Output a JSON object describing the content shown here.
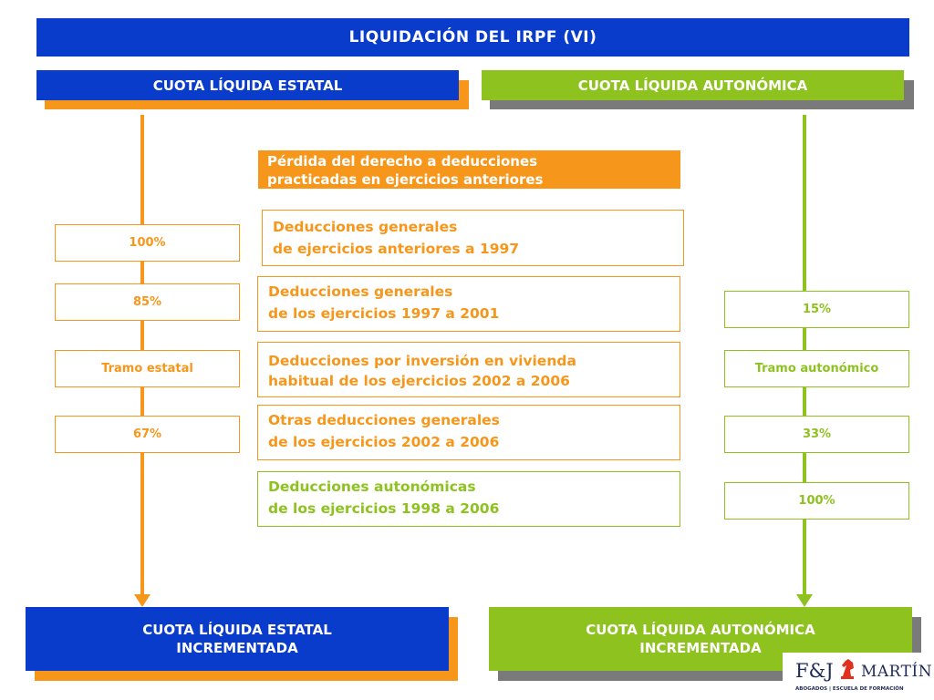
{
  "title": "LIQUIDACIÓN DEL IRPF (VI)",
  "colors": {
    "blue": "#0a3ccc",
    "orange": "#f6961a",
    "green": "#8dc21f",
    "gray": "#7a7a7a"
  },
  "left_header": "CUOTA LÍQUIDA ESTATAL",
  "right_header": "CUOTA LÍQUIDA AUTONÓMICA",
  "loss_box": {
    "line1": "Pérdida del derecho a deducciones",
    "line2": "practicadas en ejercicios anteriores"
  },
  "deductions": [
    {
      "line1": "Deducciones generales",
      "line2": "de ejercicios anteriores a 1997"
    },
    {
      "line1": "Deducciones generales",
      "line2": "de los ejercicios 1997 a 2001"
    },
    {
      "line1": "Deducciones por inversión en vivienda",
      "line2": "habitual de los ejercicios 2002 a 2006"
    },
    {
      "line1": "Otras deducciones generales",
      "line2": "de los ejercicios 2002 a 2006"
    },
    {
      "line1": "Deducciones autonómicas",
      "line2": "de los ejercicios 1998 a 2006"
    }
  ],
  "left_boxes": [
    "100%",
    "85%",
    "Tramo estatal",
    "67%"
  ],
  "right_boxes": [
    "15%",
    "Tramo autonómico",
    "33%",
    "100%"
  ],
  "left_result": {
    "line1": "CUOTA LÍQUIDA ESTATAL",
    "line2": "INCREMENTADA"
  },
  "right_result": {
    "line1": "CUOTA LÍQUIDA AUTONÓMICA",
    "line2": "INCREMENTADA"
  },
  "logo": {
    "brand": "F&J",
    "name": "MARTÍN",
    "tagline": "ABOGADOS | ESCUELA DE FORMACIÓN",
    "icon": "chess-knight-icon"
  }
}
